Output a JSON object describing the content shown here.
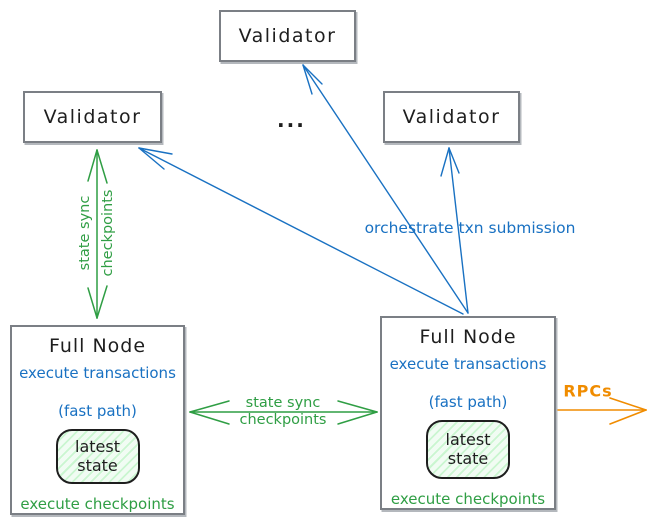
{
  "nodes": {
    "validator_top": {
      "label": "Validator"
    },
    "validator_left": {
      "label": "Validator"
    },
    "validator_right": {
      "label": "Validator"
    },
    "ellipsis": "...",
    "full_node_left": {
      "title": "Full Node",
      "execute_transactions": "execute transactions",
      "fast_path": "(fast path)",
      "latest_state_line1": "latest",
      "latest_state_line2": "state",
      "execute_checkpoints": "execute checkpoints"
    },
    "full_node_right": {
      "title": "Full Node",
      "execute_transactions": "execute transactions",
      "fast_path": "(fast path)",
      "latest_state_line1": "latest",
      "latest_state_line2": "state",
      "execute_checkpoints": "execute checkpoints"
    }
  },
  "edges": {
    "state_sync_vertical": {
      "line1": "state sync",
      "line2": "checkpoints"
    },
    "state_sync_horizontal": {
      "line1": "state sync",
      "line2": "checkpoints"
    },
    "orchestrate": {
      "label": "orchestrate txn submission"
    },
    "rpcs": {
      "label": "RPCs"
    }
  },
  "colors": {
    "blue": "#1971c2",
    "green": "#2f9e44",
    "orange": "#f08c00",
    "text": "#1e1e1e",
    "box_border": "#7b7f85"
  }
}
